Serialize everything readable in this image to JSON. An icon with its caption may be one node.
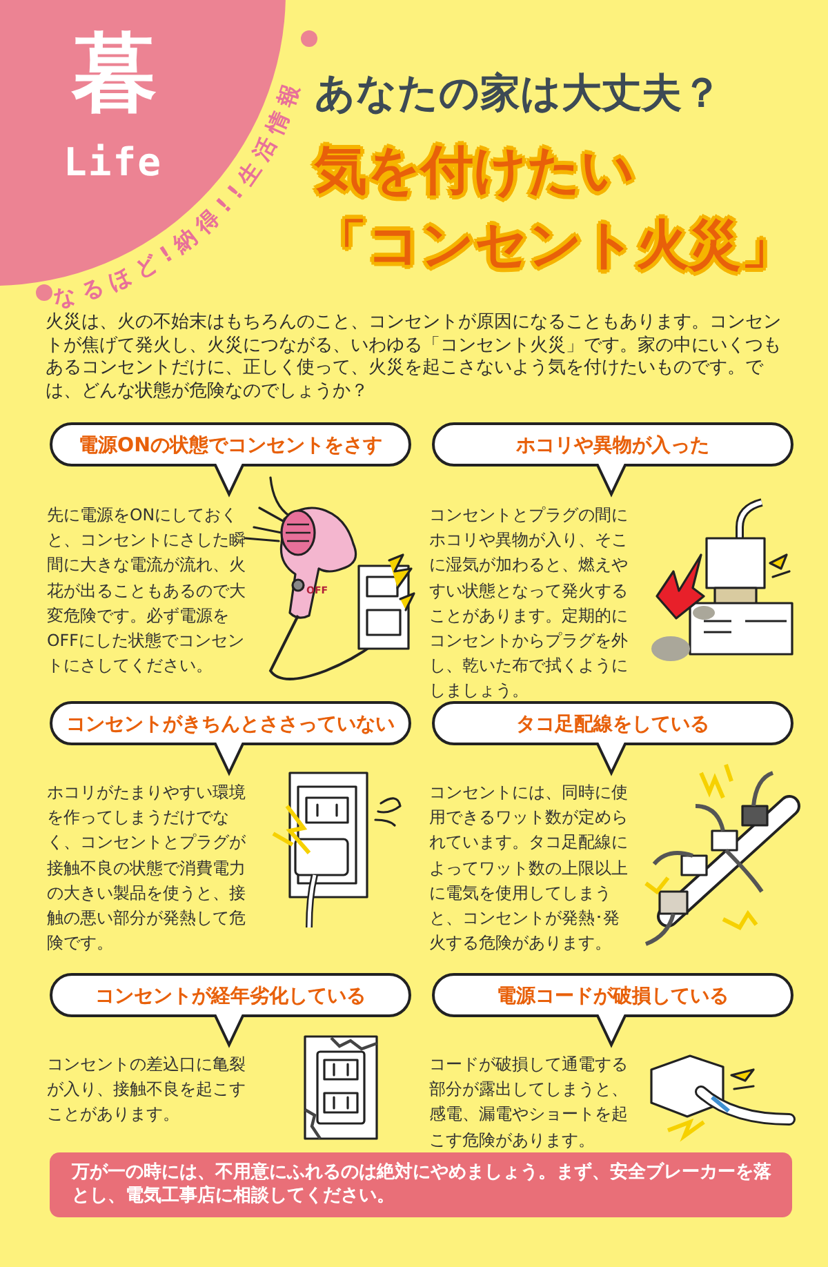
{
  "diagram": {
    "title": "気を付けたい「コンセント火災」",
    "nodes": [
      {
        "text": [
          "暮",
          "Life"
        ]
      },
      {
        "text": [
          "電源ONの状態でコンセントをさす"
        ],
        "beside": [
          "先に電源をONにしておくと、コンセントにさした瞬間に大きな電流が流れ、火花が出ることもあるので大変危険です。必ず電源をOFFにした状態でコンセントにさしてください。"
        ]
      },
      {
        "text": [
          "ホコリや異物が入った"
        ],
        "beside": [
          "コンセントとプラグの間にホコリや異物が入り、そこに湿気が加わると、燃えやすい状態となって発火することがあります。定期的にコンセントからプラグを外し、乾いた布で拭くようにしましょう。"
        ]
      },
      {
        "text": [
          "コンセントがきちんとささっていない"
        ],
        "beside": [
          "ホコリがたまりやすい環境を作ってしまうだけでなく、コンセントとプラグが接触不良の状態で消費電力の大きい製品を使うと、接触の悪い部分が発熱して危険です。"
        ]
      },
      {
        "text": [
          "タコ足配線をしている"
        ],
        "beside": [
          "コンセントには、同時に使用できるワット数が定められています。タコ足配線によってワット数の上限以上に電気を使用してしまうと、コンセントが発熱･発火する危険があります。"
        ]
      },
      {
        "text": [
          "コンセントが経年劣化している"
        ],
        "beside": [
          "コンセントの差込口に亀裂が入り、接触不良を起こすことがあります。"
        ]
      },
      {
        "text": [
          "電源コードが破損している"
        ],
        "beside": [
          "コードが破損して通電する部分が露出してしまうと、感電、漏電やショートを起こす危険があります。"
        ]
      },
      {
        "text": [
          "万が一の時には、不用意にふれるのは絶対にやめましょう。まず、安全ブレーカーを落とし、電気工事店に相談してください。"
        ]
      }
    ],
    "labels": [
      "なるほど!納得!!生活情報",
      "あなたの家は大丈夫？",
      "火災は、火の不始末はもちろんのこと、コンセントが原因になることもあります。コンセントが焦げて発火し、火災につながる、いわゆる「コンセント火災」です。家の中にいくつもあるコンセントだけに、正しく使って、火災を起こさないよう気を付けたいものです。では、どんな状態が危険なのでしょうか？",
      "OFF"
    ]
  }
}
